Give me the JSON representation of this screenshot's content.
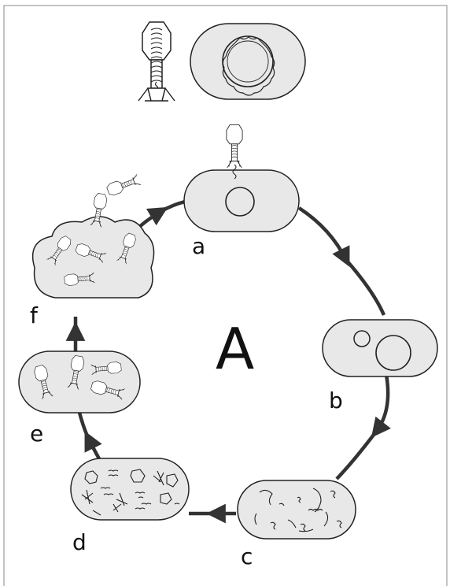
{
  "labels": {
    "center": "A",
    "a": "a",
    "b": "b",
    "c": "c",
    "d": "d",
    "e": "e",
    "f": "f"
  },
  "colors": {
    "cell_fill": "#e8e8e8",
    "stroke": "#222222",
    "arrow": "#333333",
    "frame": "#888888"
  }
}
